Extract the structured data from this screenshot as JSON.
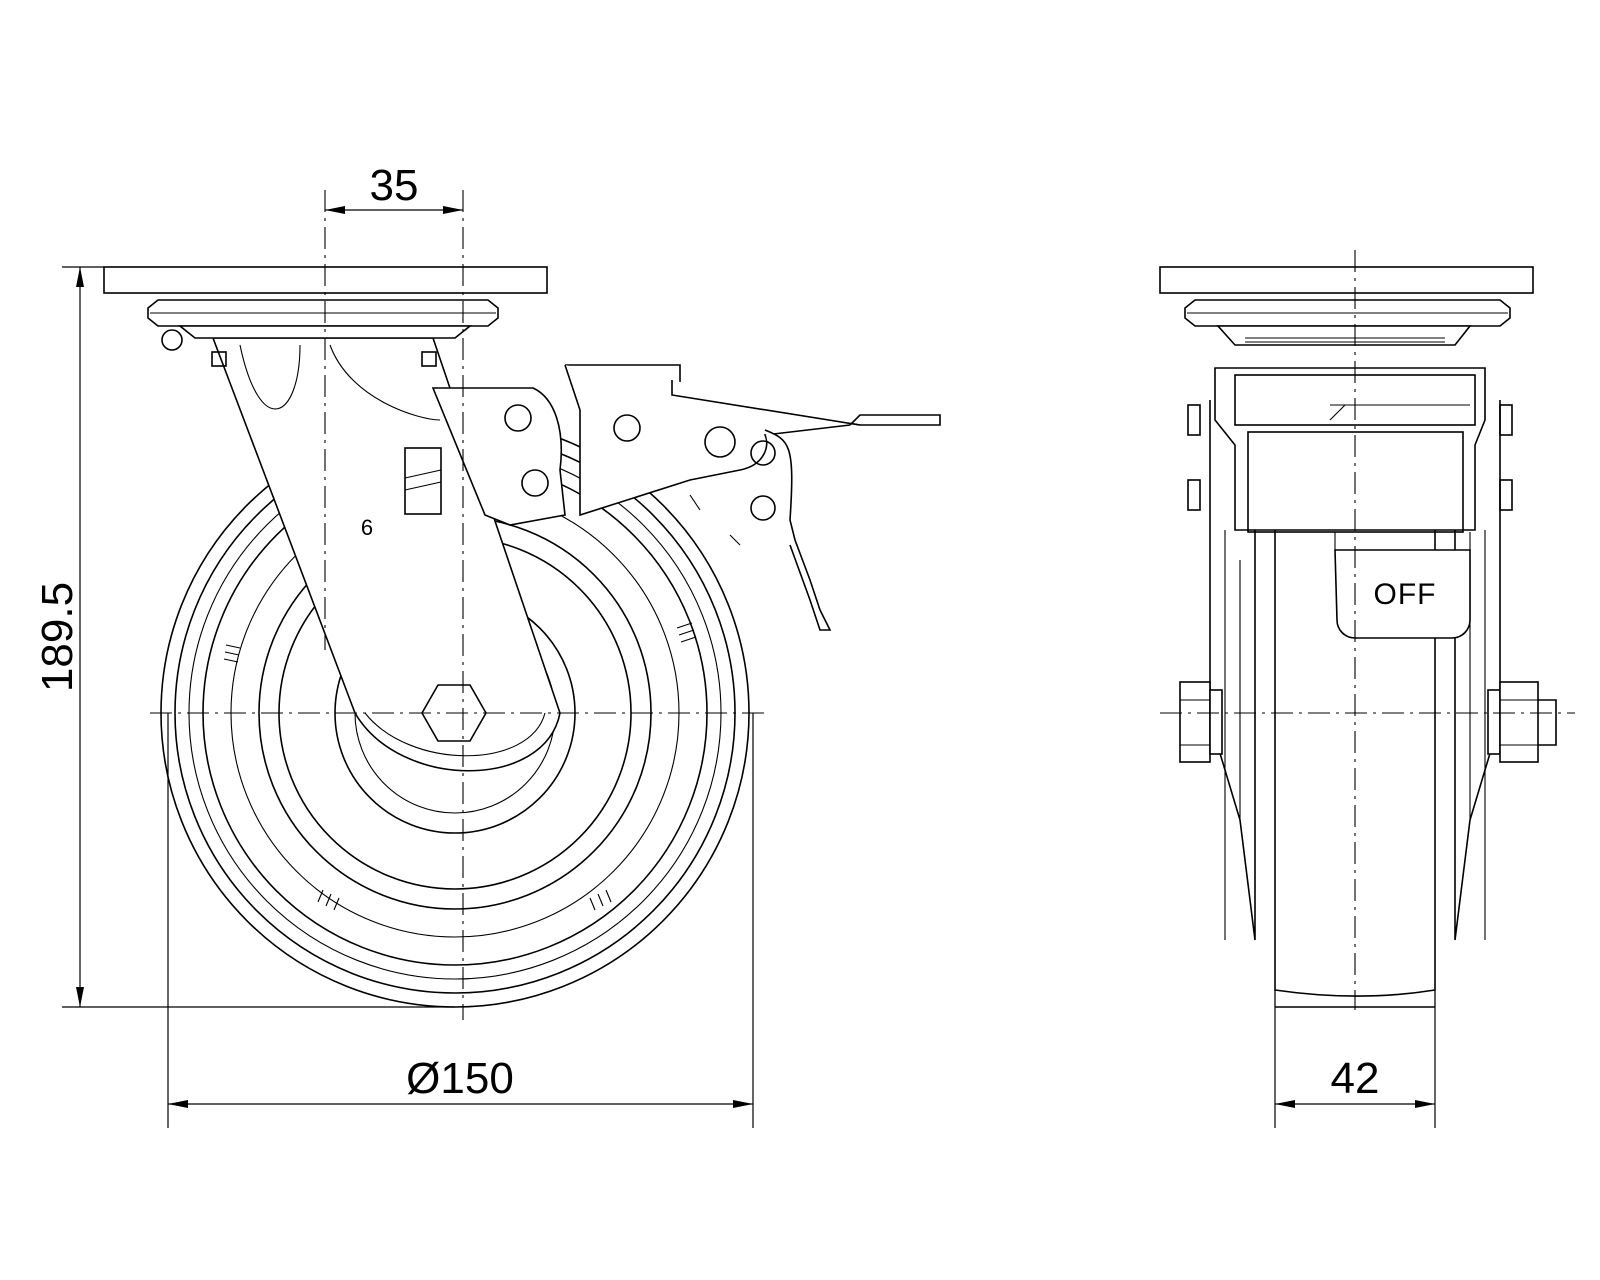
{
  "dimensions": {
    "offset": "35",
    "height": "189.5",
    "wheel_diameter": "Ø150",
    "wheel_width": "42"
  },
  "labels": {
    "bracket_mark": "6",
    "brake_state": "OFF"
  }
}
